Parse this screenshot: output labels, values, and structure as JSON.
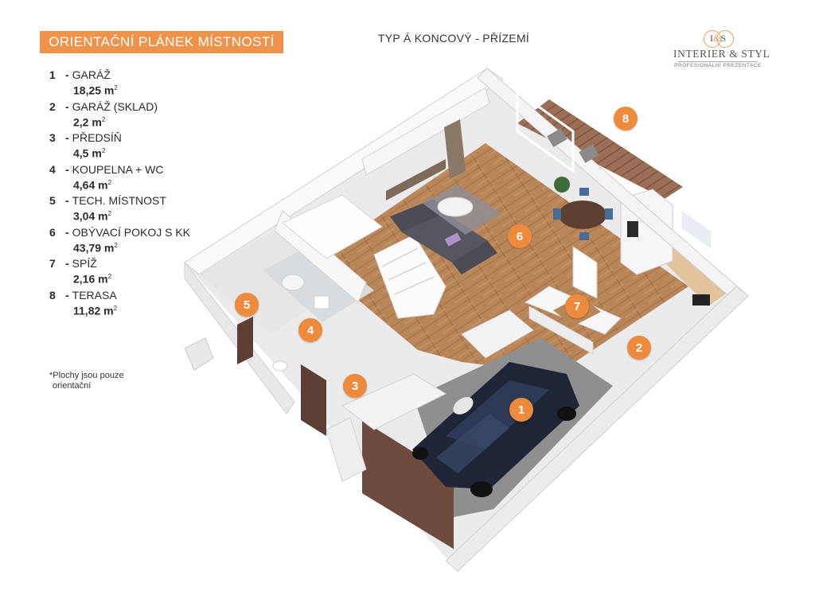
{
  "header": {
    "title": "ORIENTAČNÍ PLÁNEK MÍSTNOSTÍ",
    "subtitle": "TYP Á KONCOVÝ - PŘÍZEMÍ"
  },
  "logo": {
    "monogram_left": "I",
    "monogram_amp": "&",
    "monogram_right": "S",
    "brand": "INTERIER & STYL",
    "tagline": "PROFESIONÁLNÍ PREZENTACE"
  },
  "rooms": [
    {
      "num": "1",
      "name": "GARÁŽ",
      "area": "18,25 m",
      "unit_sup": "2"
    },
    {
      "num": "2",
      "name": "GARÁŽ (SKLAD)",
      "area": "2,2 m",
      "unit_sup": "2"
    },
    {
      "num": "3",
      "name": "PŘEDSÍŇ",
      "area": "4,5 m",
      "unit_sup": "2"
    },
    {
      "num": "4",
      "name": "KOUPELNA + WC",
      "area": "4,64 m",
      "unit_sup": "2"
    },
    {
      "num": "5",
      "name": "TECH. MÍSTNOST",
      "area": "3,04 m",
      "unit_sup": "2"
    },
    {
      "num": "6",
      "name": "OBÝVACÍ POKOJ S KK",
      "area": "43,79 m",
      "unit_sup": "2"
    },
    {
      "num": "7",
      "name": "SPÍŽ",
      "area": "2,16 m",
      "unit_sup": "2"
    },
    {
      "num": "8",
      "name": "TERASA",
      "area": "11,82 m",
      "unit_sup": "2"
    }
  ],
  "separator": "-",
  "note": {
    "line1": "*Plochy jsou pouze",
    "line2": "orientační"
  },
  "markers": [
    "1",
    "2",
    "3",
    "4",
    "5",
    "6",
    "7",
    "8"
  ],
  "colors": {
    "accent": "#ee8a3c",
    "banner": "#f0934a",
    "wall": "#f2f2f2",
    "floor_wood": "#b88457",
    "garage_floor": "#8c8c8c",
    "garage_door": "#6e4b3f",
    "car": "#1d2333"
  }
}
